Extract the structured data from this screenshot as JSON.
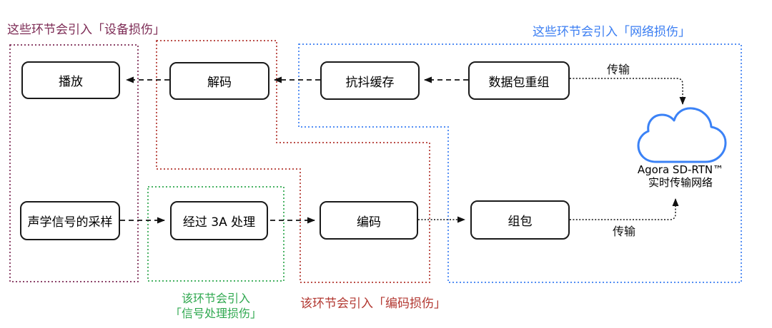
{
  "labels": {
    "device_impairment": "这些环节会引入「设备损伤」",
    "network_impairment": "这些环节会引入「网络损伤」",
    "signal_processing_line1": "该环节会引入",
    "signal_processing_line2": "「信号处理损伤」",
    "coding_impairment": "该环节会引入「编码损伤」",
    "transmission_top": "传输",
    "transmission_bottom": "传输"
  },
  "nodes": {
    "playback": "播放",
    "decode": "解码",
    "jitter_buffer": "抗抖缓存",
    "packet_reassembly": "数据包重组",
    "acoustic_sampling": "声学信号的采样",
    "processing_3a": "经过 3A 处理",
    "encode": "编码",
    "packetize": "组包"
  },
  "cloud": {
    "name": "Agora SD-RTN™",
    "subtitle": "实时传输网络"
  },
  "colors": {
    "device_impairment": "#7d2b55",
    "network_impairment": "#3b7ef2",
    "signal_processing": "#2fa84f",
    "coding_impairment": "#b23730",
    "cloud_stroke": "#3b82f6",
    "node_border": "#1a1a1a",
    "arrow": "#111111"
  }
}
